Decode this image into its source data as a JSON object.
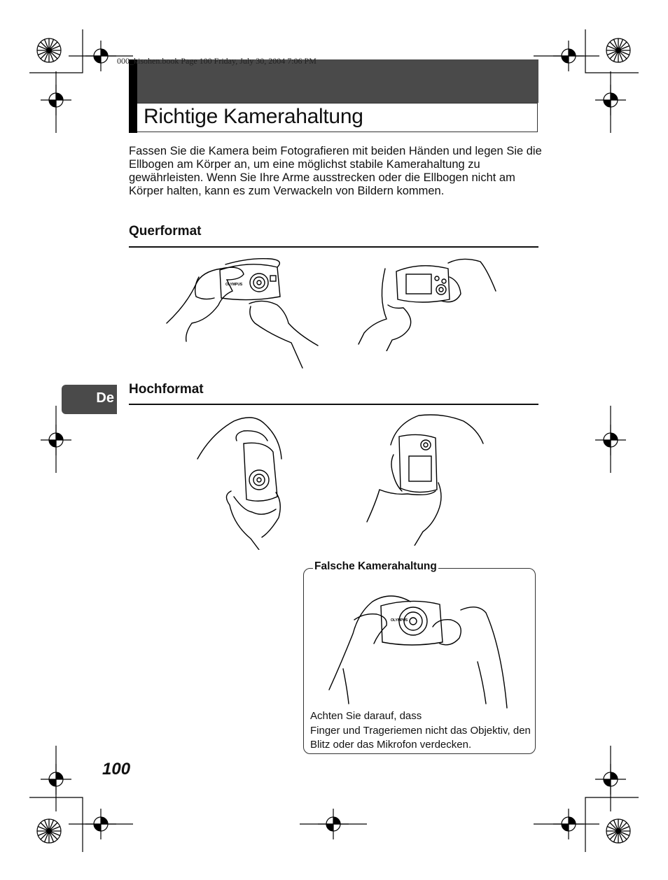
{
  "book_header": "000_kisohen.book  Page 100  Friday, July 30, 2004  7:06 PM",
  "title": "Richtige Kamerahaltung",
  "intro": "Fassen Sie die Kamera beim Fotografieren mit beiden Händen und legen Sie die Ellbogen am Körper an, um eine möglichst stabile Kamerahaltung zu gewährleisten. Wenn Sie Ihre Arme ausstrecken oder die Ellbogen nicht am Körper halten, kann es zum Verwackeln von Bildern kommen.",
  "sections": {
    "landscape": "Querformat",
    "portrait": "Hochformat"
  },
  "language_tab": "De",
  "brand_label": "OLYMPUS",
  "wrong": {
    "title": "Falsche Kamerahaltung",
    "line1": "Achten Sie darauf, dass",
    "line2": "Finger und Trageriemen nicht das Objektiv, den Blitz oder das Mikrofon verdecken."
  },
  "page_number": "100",
  "colors": {
    "title_bar": "#4a4a4a",
    "title_side": "#000000",
    "tab": "#4a4a4a"
  }
}
